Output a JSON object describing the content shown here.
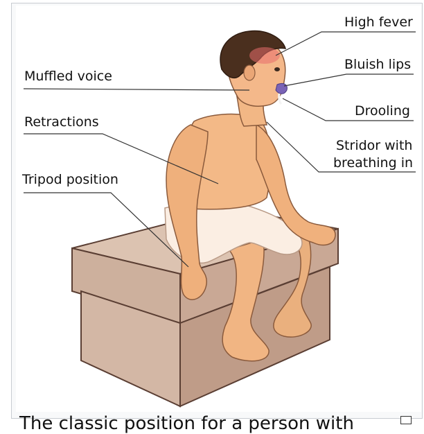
{
  "figure": {
    "labels": {
      "high_fever": "High fever",
      "bluish_lips": "Bluish lips",
      "muffled_voice": "Muffled voice",
      "drooling": "Drooling",
      "retractions": "Retractions",
      "stridor_line1": "Stridor with",
      "stridor_line2": "breathing in",
      "tripod": "Tripod position"
    }
  },
  "caption": {
    "text": "The classic position for a person with"
  },
  "enlarge_icon": "expand-icon"
}
